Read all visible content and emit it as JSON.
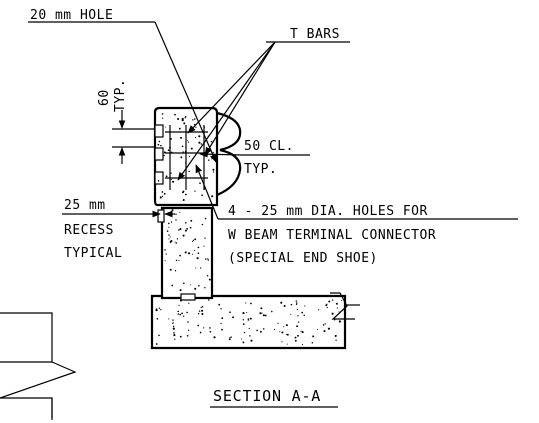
{
  "labels": {
    "hole_20mm": "20 mm HOLE",
    "t_bars": "T BARS",
    "dim_60": "60",
    "dim_60_typ": "TYP.",
    "cl_50": "50 CL.",
    "cl_50_typ": "TYP.",
    "recess_25mm": "25 mm",
    "recess": "RECESS",
    "recess_typical": "TYPICAL",
    "holes_line1": "4 - 25 mm DIA. HOLES FOR",
    "holes_line2": "W BEAM TERMINAL CONNECTOR",
    "holes_line3": "(SPECIAL END SHOE)",
    "section_title": "SECTION A-A"
  }
}
